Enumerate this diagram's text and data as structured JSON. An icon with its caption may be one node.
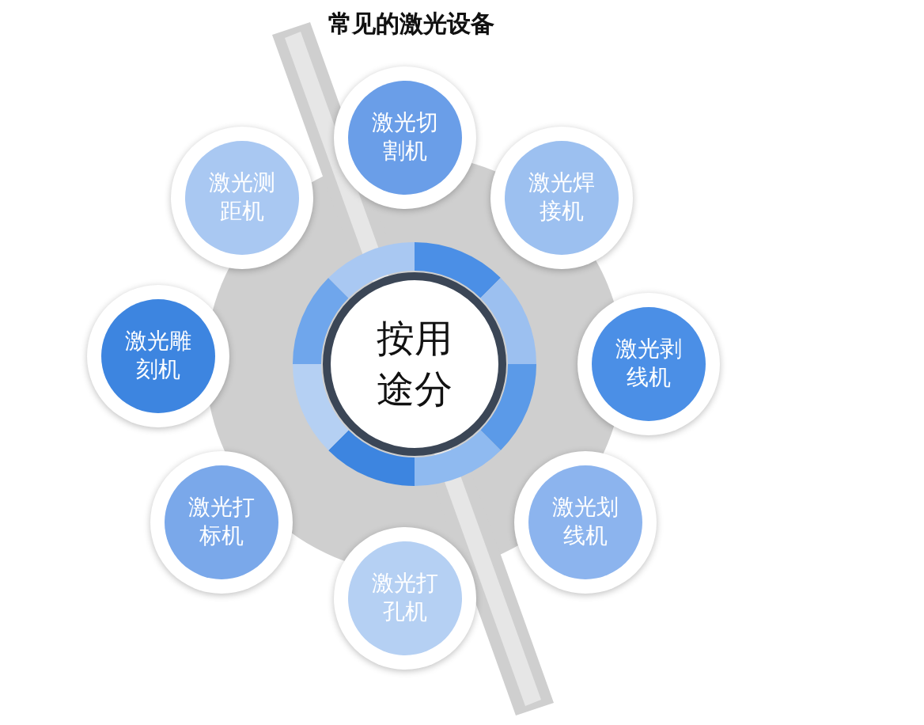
{
  "diagram": {
    "title": "常见的激光设备",
    "nodes": [
      {
        "text": [
          "按用途分"
        ]
      },
      {
        "text": [
          "激光切割机"
        ]
      },
      {
        "text": [
          "激光测距机"
        ]
      },
      {
        "text": [
          "激光焊接机"
        ]
      },
      {
        "text": [
          "激光雕刻机"
        ]
      },
      {
        "text": [
          "激光剥线机"
        ]
      },
      {
        "text": [
          "激光打标机"
        ]
      },
      {
        "text": [
          "激光划线机"
        ]
      },
      {
        "text": [
          "激光打孔机"
        ]
      }
    ],
    "edges": []
  }
}
